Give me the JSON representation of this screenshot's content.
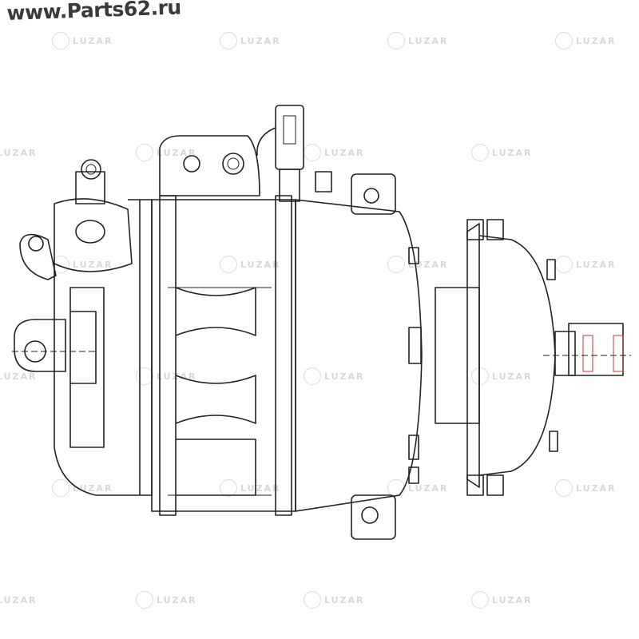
{
  "header": {
    "site_url": "www.Parts62.ru"
  },
  "watermark": {
    "brand": "LUZAR"
  },
  "drawing": {
    "subject": "compressor-line-drawing",
    "line_color": "#222222",
    "hatch_color": "#cc3333"
  }
}
